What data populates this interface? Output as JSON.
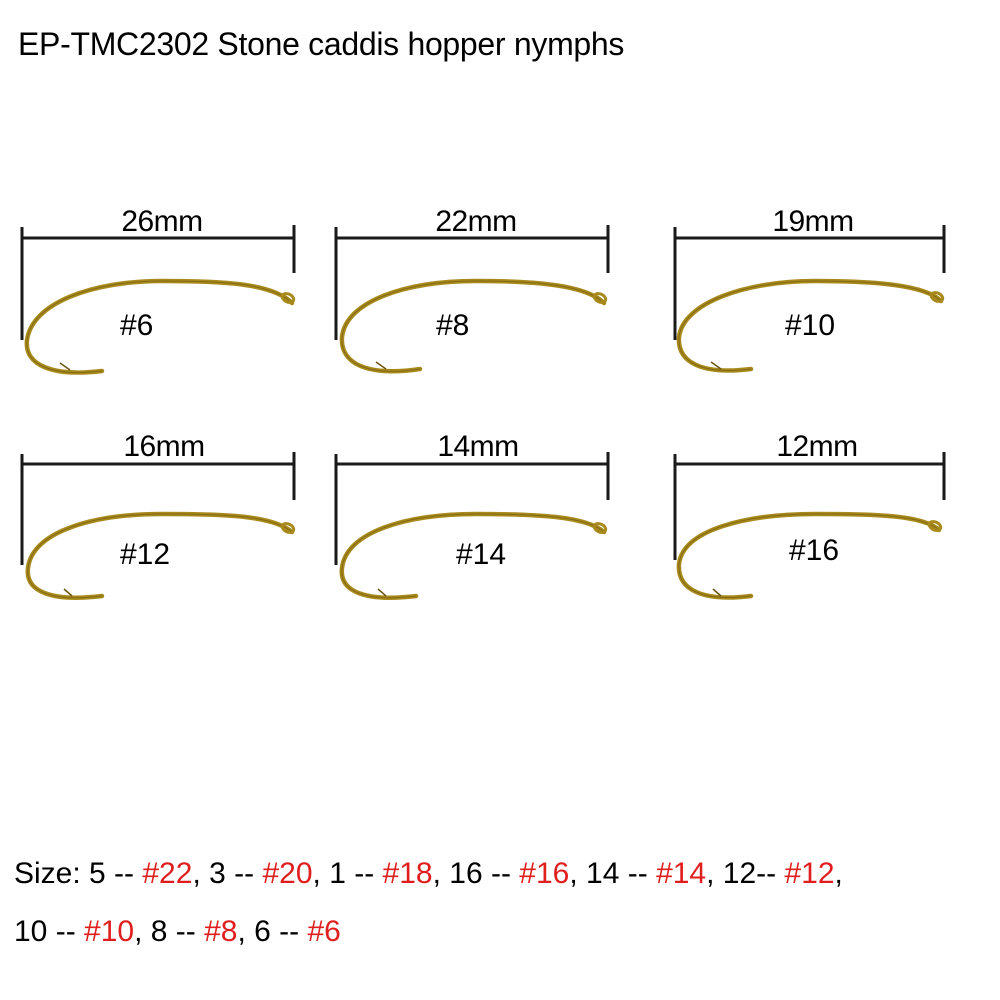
{
  "title": "EP-TMC2302 Stone caddis hopper nymphs",
  "colors": {
    "text": "#000000",
    "highlight": "#e01e1e",
    "hook_gold": "#a88a1c",
    "hook_dark": "#6b5410",
    "bracket": "#1a1a1a"
  },
  "hooks": [
    {
      "length": "26mm",
      "size": "#6"
    },
    {
      "length": "22mm",
      "size": "#8"
    },
    {
      "length": "19mm",
      "size": "#10"
    },
    {
      "length": "16mm",
      "size": "#12"
    },
    {
      "length": "14mm",
      "size": "#14"
    },
    {
      "length": "12mm",
      "size": "#16"
    }
  ],
  "size_chart": {
    "prefix": "Size: ",
    "line1": [
      {
        "num": "5 -- ",
        "code": "#22",
        "sep": ", "
      },
      {
        "num": "3 -- ",
        "code": "#20",
        "sep": ", "
      },
      {
        "num": "1 -- ",
        "code": "#18",
        "sep": ", "
      },
      {
        "num": "16 -- ",
        "code": "#16",
        "sep": ", "
      },
      {
        "num": "14 -- ",
        "code": "#14",
        "sep": ", "
      },
      {
        "num": "12-- ",
        "code": "#12",
        "sep": ","
      }
    ],
    "line2": [
      {
        "num": "10 -- ",
        "code": "#10",
        "sep": ", "
      },
      {
        "num": "8 -- ",
        "code": "#8",
        "sep": ", "
      },
      {
        "num": "6 -- ",
        "code": "#6",
        "sep": ""
      }
    ]
  }
}
